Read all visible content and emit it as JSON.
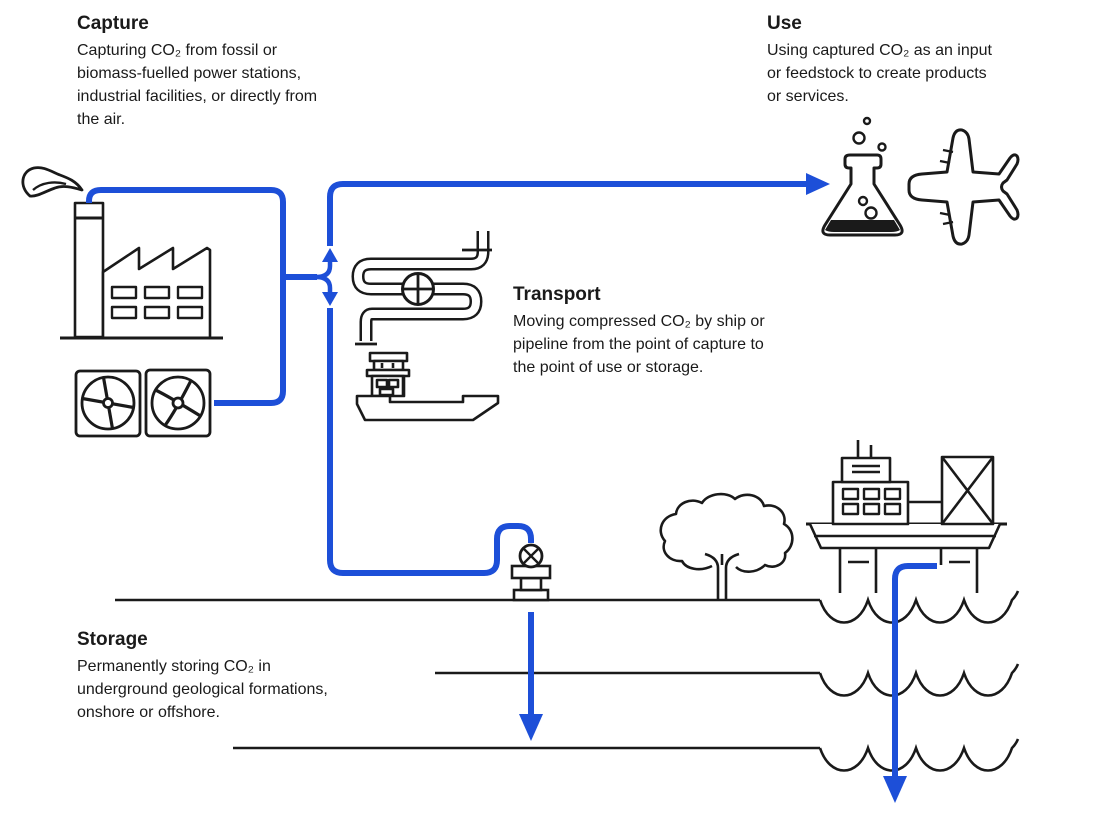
{
  "diagram": {
    "sections": {
      "capture": {
        "heading": "Capture",
        "body": "Capturing CO₂ from fossil or\nbiomass-fuelled power stations,\nindustrial facilities, or directly from\nthe air."
      },
      "use": {
        "heading": "Use",
        "body": "Using captured CO₂ as an input\nor feedstock to create products\nor services."
      },
      "transport": {
        "heading": "Transport",
        "body": "Moving compressed CO₂ by ship or\npipeline from the point of capture to\nthe point of use or storage."
      },
      "storage": {
        "heading": "Storage",
        "body": "Permanently storing CO₂ in\nunderground geological formations,\nonshore or offshore."
      }
    },
    "icons": [
      "factory-smokestack",
      "smoke",
      "direct-air-capture-fans",
      "compressor-pipeline",
      "ship",
      "flask",
      "airplane",
      "injection-wellhead",
      "tree",
      "offshore-platform",
      "water-waves",
      "geological-layers"
    ],
    "colors": {
      "flow_blue": "#1d4fd8",
      "ink_black": "#1a1a1a",
      "background": "#ffffff"
    }
  }
}
